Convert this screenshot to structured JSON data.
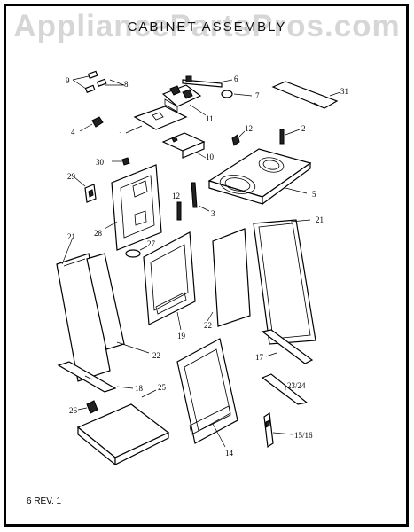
{
  "watermark": "AppliancePartsPros.com",
  "title": "CABINET ASSEMBLY",
  "footer": "6 REV. 1",
  "callouts": {
    "c1": "1",
    "c2": "2",
    "c3": "3",
    "c4": "4",
    "c5": "5",
    "c6": "6",
    "c7": "7",
    "c8": "8",
    "c9": "9",
    "c10": "10",
    "c11": "11",
    "c12a": "12",
    "c12b": "12",
    "c14": "14",
    "c15_16": "15/16",
    "c17": "17",
    "c18": "18",
    "c19": "19",
    "c21a": "21",
    "c21b": "21",
    "c22a": "22",
    "c22b": "22",
    "c23_24": "23/24",
    "c25": "25",
    "c26": "26",
    "c27": "27",
    "c28": "28",
    "c29": "29",
    "c30": "30",
    "c31": "31"
  }
}
